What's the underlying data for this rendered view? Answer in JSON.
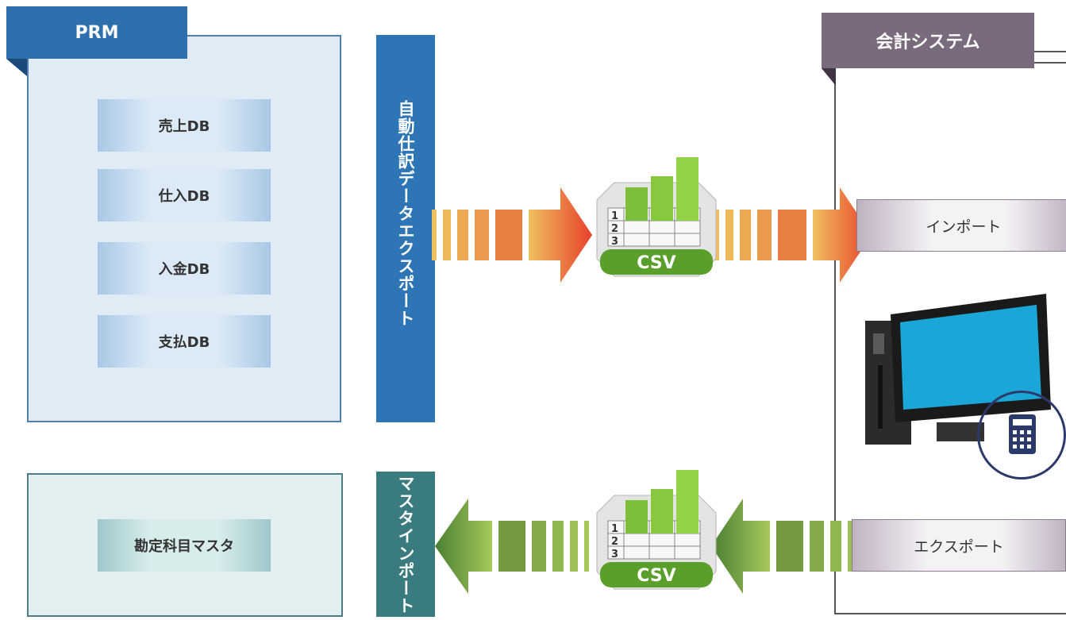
{
  "prm": {
    "title": "PRM",
    "databases": [
      "売上DB",
      "仕入DB",
      "入金DB",
      "支払DB"
    ]
  },
  "export_bar": {
    "label": "自動仕訳データエクスポート"
  },
  "master": {
    "item": "勘定科目マスタ",
    "bar_label": "マスタインポート"
  },
  "accounting": {
    "title": "会計システム",
    "import_label": "インポート",
    "export_label": "エクスポート"
  },
  "csv": {
    "label": "CSV",
    "rows": [
      "1",
      "2",
      "3"
    ]
  },
  "colors": {
    "prm_blue": "#2e6fad",
    "master_teal": "#3a7b80",
    "accounting_purple": "#7a6a7d",
    "arrow_red": "#e03a2a",
    "arrow_green": "#4f8a3a"
  }
}
